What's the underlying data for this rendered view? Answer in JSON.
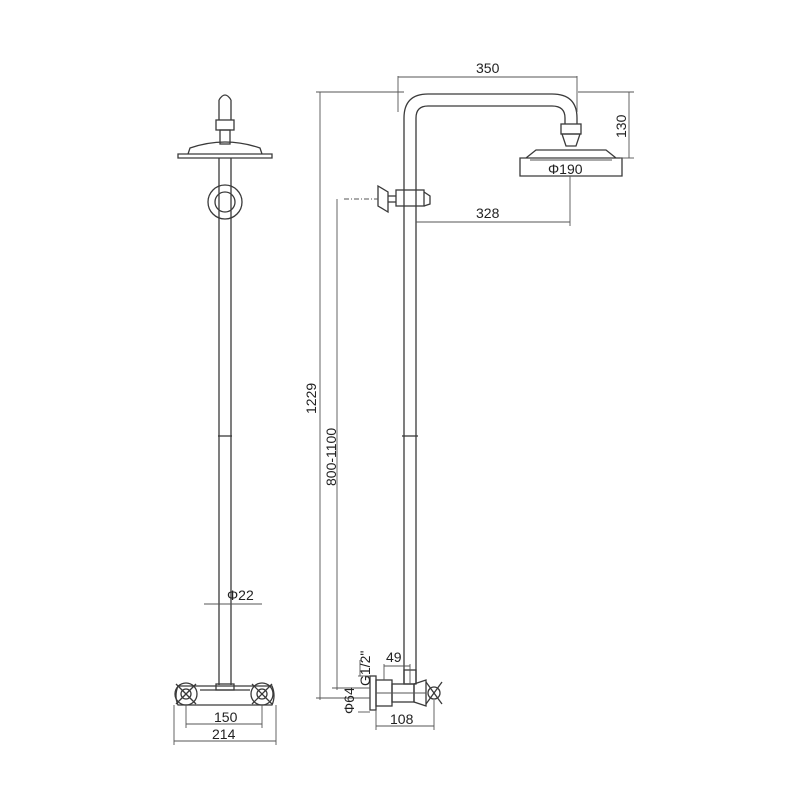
{
  "dimensions": {
    "arm_width": "350",
    "arm_height": "130",
    "head_diameter": "Φ190",
    "slider_offset": "328",
    "total_height": "1229",
    "mixer_height": "800-1100",
    "pipe_diameter": "Φ22",
    "inlet_thread": "G1/2\"",
    "cover_diameter": "Φ64",
    "mixer_depth": "49",
    "mixer_projection": "108",
    "inlet_centers": "150",
    "mixer_width": "214"
  },
  "colors": {
    "line": "#3a3a3a",
    "background": "#ffffff"
  }
}
